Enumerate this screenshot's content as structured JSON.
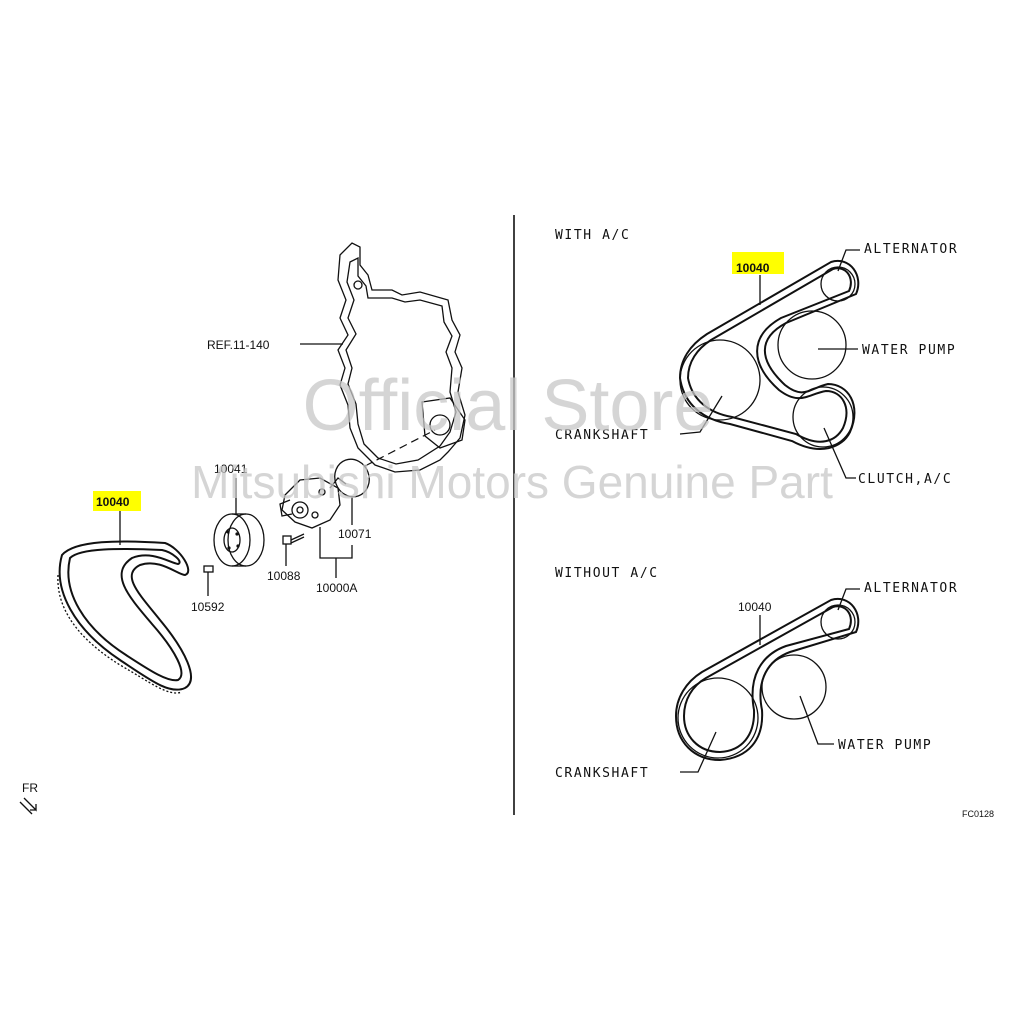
{
  "colors": {
    "highlight": "#ffff00",
    "ink": "#111111",
    "watermark": "#c8c8c8"
  },
  "exploded_view": {
    "ref_label": "REF.11-140",
    "belt_part": "10040",
    "pulley_part": "10041",
    "bolt_part": "10592",
    "pump_bolt_part": "10088",
    "gasket_part": "10071",
    "pump_assy_part": "10000A",
    "front_marker": "FR"
  },
  "with_ac": {
    "title": "WITH A/C",
    "belt_part": "10040",
    "alternator": "ALTERNATOR",
    "water_pump": "WATER PUMP",
    "crankshaft": "CRANKSHAFT",
    "clutch": "CLUTCH,A/C"
  },
  "without_ac": {
    "title": "WITHOUT A/C",
    "belt_part": "10040",
    "alternator": "ALTERNATOR",
    "water_pump": "WATER PUMP",
    "crankshaft": "CRANKSHAFT"
  },
  "figure_code": "FC0128",
  "watermark": {
    "line1": "Official Store",
    "line2": "Mitsubishi Motors Genuine Part"
  }
}
